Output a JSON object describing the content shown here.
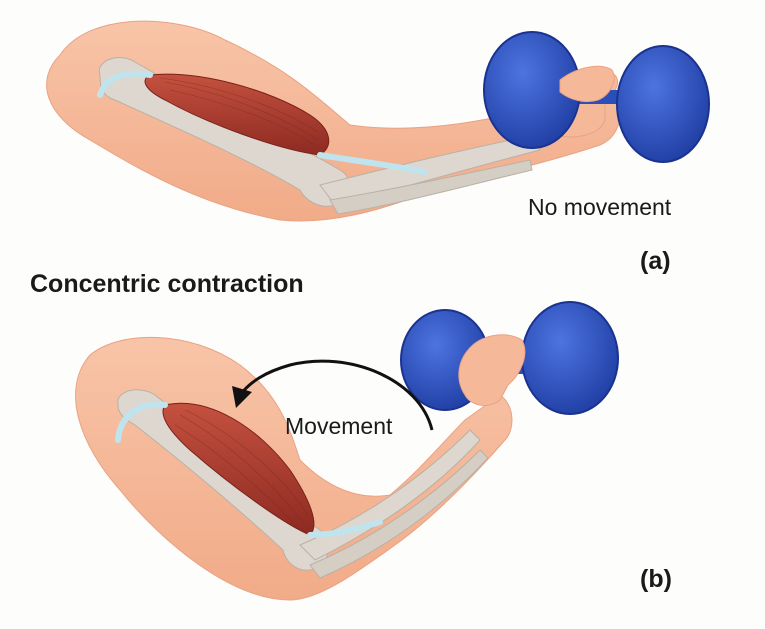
{
  "title": "Concentric contraction",
  "panel_a": {
    "caption": "No movement",
    "panel_label": "(a)"
  },
  "panel_b": {
    "caption": "Movement",
    "panel_label": "(b)"
  },
  "colors": {
    "skin": "#f5b99a",
    "bone": "#ddd7cf",
    "muscle": "#a8352a",
    "tendon": "#bfe4ee",
    "dumbbell": "#2f54c4",
    "arrow": "#111111"
  }
}
